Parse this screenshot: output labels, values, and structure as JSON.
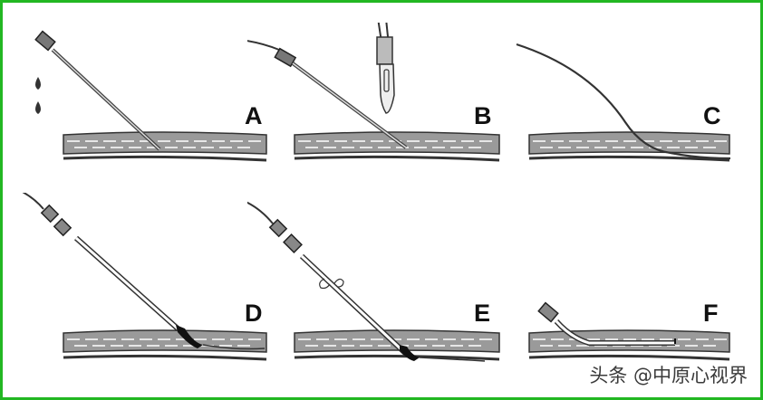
{
  "figure": {
    "description": "Seldinger technique steps for catheter insertion",
    "border_color": "#22b722",
    "panels": [
      {
        "id": "A",
        "label": "A",
        "step": "needle puncture with blood flashback"
      },
      {
        "id": "B",
        "label": "B",
        "step": "guidewire insertion through needle, skin nick with scalpel"
      },
      {
        "id": "C",
        "label": "C",
        "step": "needle removed, guidewire in vessel"
      },
      {
        "id": "D",
        "label": "D",
        "step": "dilator/sheath advanced over guidewire"
      },
      {
        "id": "E",
        "label": "E",
        "step": "sheath advanced into vessel"
      },
      {
        "id": "F",
        "label": "F",
        "step": "catheter in place, guidewire removed"
      }
    ]
  },
  "watermark": {
    "text": "头条 @中原心视界"
  }
}
